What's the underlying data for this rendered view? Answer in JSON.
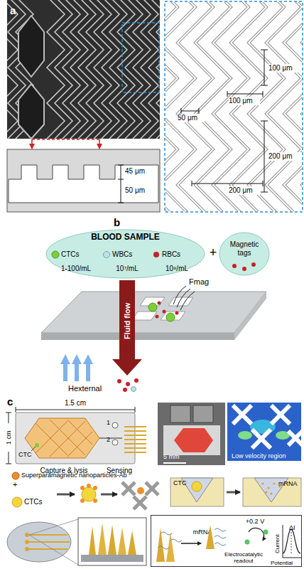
{
  "diagram": {
    "nodes": [
      {
        "text": [
          "BLOOD SAMPLE",
          "CTCs",
          "WBCs",
          "RBCs",
          "1-100/mL",
          "10⁷/mL",
          "10⁹/mL"
        ]
      },
      {
        "text": [
          "Magnetic tags"
        ]
      },
      {
        "text": [
          "mRNA",
          "+0.2 V",
          "Electrocatalytic readout",
          "Current",
          "ΔI",
          "Potential"
        ]
      }
    ],
    "labels": [
      "a",
      "45 μm",
      "50 μm",
      "100 μm",
      "100 μm",
      "50 μm",
      "200 μm",
      "200 μm",
      "b",
      "+",
      "Fluid flow",
      "Fmag",
      "Hexternal",
      "c",
      "1.5 cm",
      "1 cm",
      "1",
      "2",
      "CTC",
      "Capture & lysis",
      "Sensing",
      "5 mm",
      "Low velocity region",
      "Superparamagnetic nanoparticles-Ab",
      "+",
      "CTCs",
      "CTC",
      "mRNA"
    ]
  }
}
